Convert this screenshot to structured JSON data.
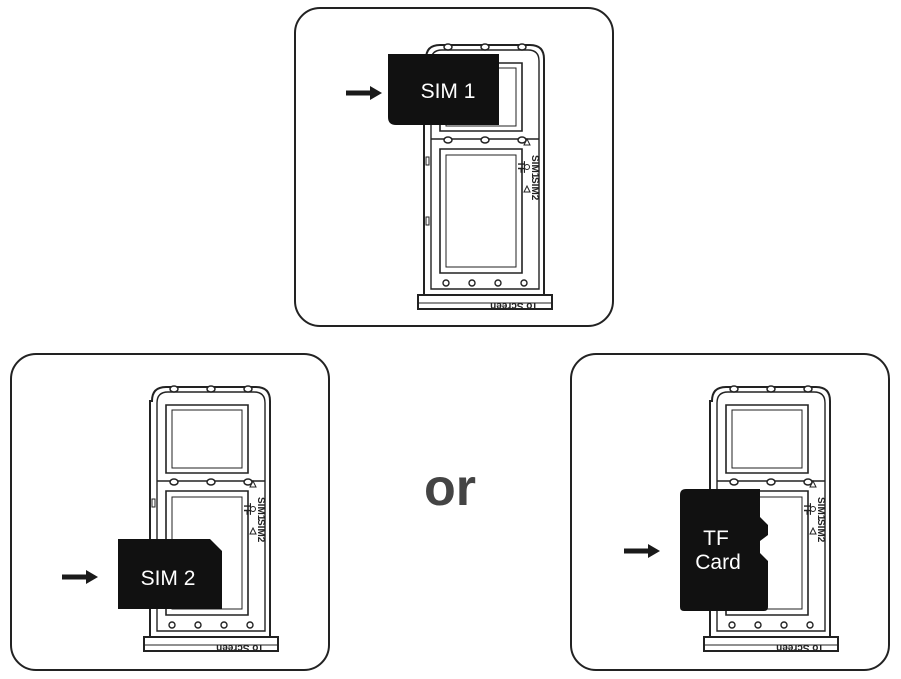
{
  "panels": {
    "top": {
      "card_label": "SIM 1"
    },
    "left": {
      "card_label": "SIM 2"
    },
    "right": {
      "card_label_line1": "TF",
      "card_label_line2": "Card"
    }
  },
  "tray": {
    "bottom_text": "To Screen",
    "side_text_sim1": "SIM1",
    "side_text_sim2": "SIM2",
    "side_text_tf": "TF"
  },
  "separator_text": "or",
  "colors": {
    "ink": "#1a1a1a",
    "separator": "#444444",
    "card": "#111111"
  },
  "icons": {
    "arrow": "right-arrow-icon"
  }
}
